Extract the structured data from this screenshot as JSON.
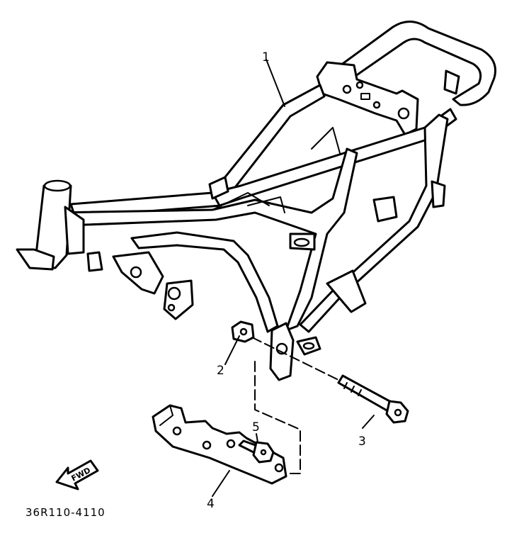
{
  "callouts": {
    "frame": "1",
    "nut": "2",
    "bolt": "3",
    "stand": "4",
    "stand_bolt": "5"
  },
  "fwd_label": "FWD",
  "diagram_code": "36R110-4110",
  "colors": {
    "line": "#000000",
    "background": "#ffffff"
  }
}
